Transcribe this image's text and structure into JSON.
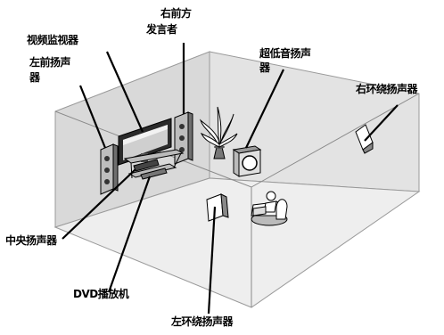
{
  "labels": {
    "video_monitor": "视频监视器",
    "front_right_line1": "右前方",
    "front_right_line2": "发言者",
    "subwoofer_line1": "超低音扬声",
    "subwoofer_line2": "器",
    "front_left_line1": "左前扬声",
    "front_left_line2": "器",
    "surround_right": "右环绕扬声器",
    "center": "中央扬声器",
    "dvd_player": "DVD播放机",
    "surround_left": "左环绕扬声器"
  }
}
